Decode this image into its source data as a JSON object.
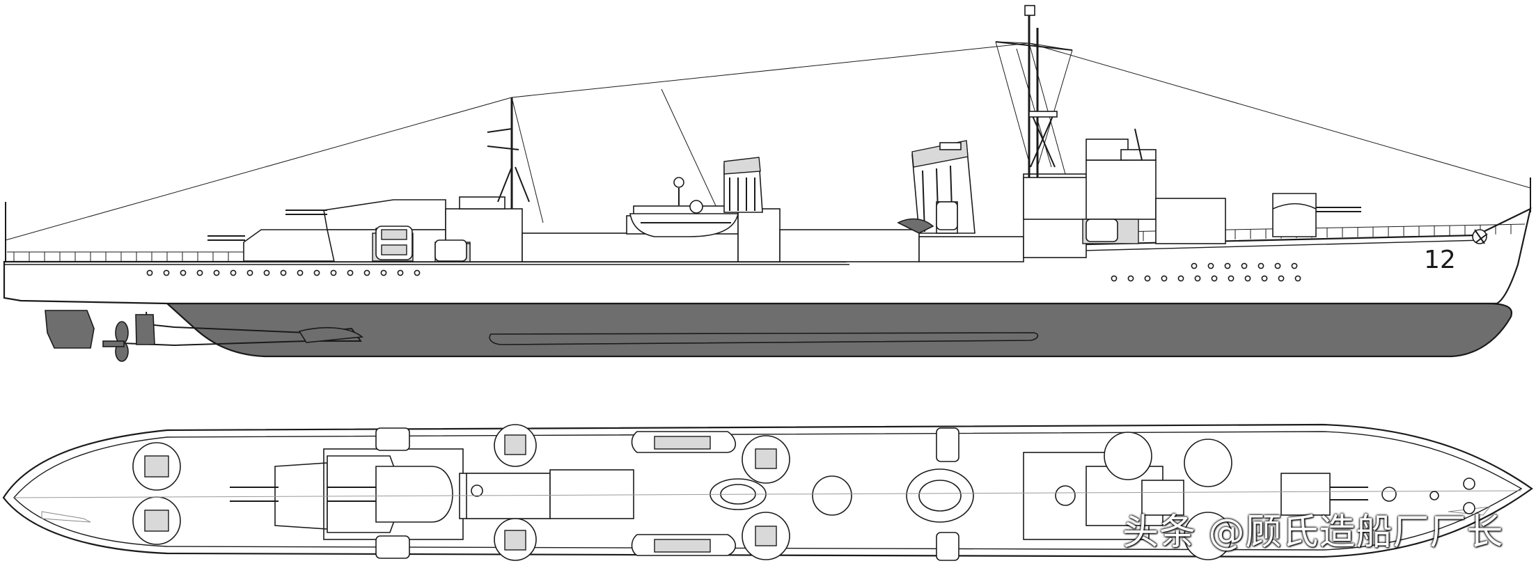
{
  "hull_number": "12",
  "watermark": "头条 @顾氏造船厂厂长",
  "colors": {
    "line": "#1a1a1a",
    "underwater": "#6e6e6e",
    "deck": "#ffffff",
    "detail": "#d9d9d9"
  },
  "views": [
    "side-profile",
    "top-plan"
  ]
}
